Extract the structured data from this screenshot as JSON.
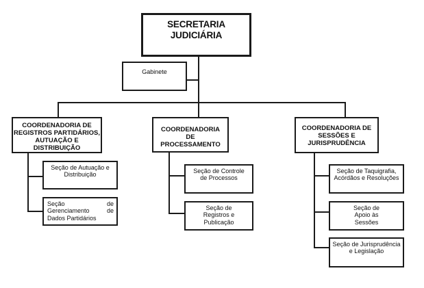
{
  "title": "Organograma da Secretaria Judiciária",
  "root": {
    "line1": "SECRETARIA",
    "line2": "JUDICIÁRIA"
  },
  "staff": {
    "label": "Gabinete"
  },
  "coordinations": [
    {
      "label": "COORDENADORIA DE REGISTROS PARTIDÁRIOS, AUTUAÇÃO E DISTRIBUIÇÃO",
      "sections": [
        {
          "label": "Seção de Autuação e Distribuição"
        },
        {
          "label": "Seção de Gerenciamento de Dados Partidários"
        }
      ]
    },
    {
      "label": "COORDENADORIA DE PROCESSAMENTO",
      "sections": [
        {
          "label": "Seção de Controle de Processos"
        },
        {
          "label": "Seção de Registros e Publicação"
        }
      ]
    },
    {
      "label": "COORDENADORIA DE SESSÕES E JURISPRUDÊNCIA",
      "sections": [
        {
          "label": "Seção de Taquigrafia, Acórdãos e Resoluções"
        },
        {
          "label": "Seção de Apoio às Sessões"
        },
        {
          "label": "Seção de Jurisprudência e Legislação"
        }
      ]
    }
  ]
}
